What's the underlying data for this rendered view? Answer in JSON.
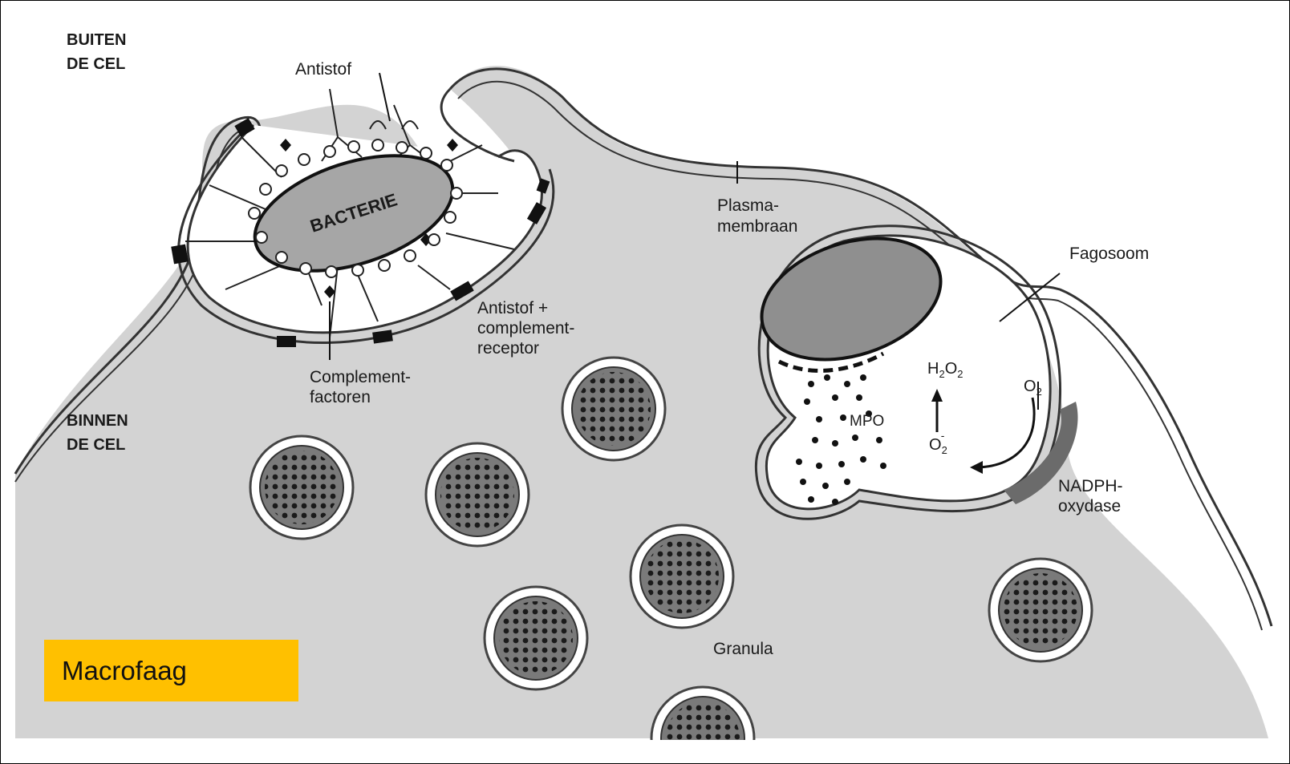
{
  "regions": {
    "outside_cell": "BUITEN\nDE CEL",
    "inside_cell": "BINNEN\nDE CEL"
  },
  "labels": {
    "antibody": "Antistof",
    "bacterium": "BACTERIE",
    "plasma_membrane": "Plasma-\nmembraan",
    "phagosome": "Fagosoom",
    "antibody_complement_receptor": "Antistof +\ncomplement-\nreceptor",
    "complement_factors": "Complement-\nfactoren",
    "mpo": "MPO",
    "nadph_oxidase": "NADPH-\noxydase",
    "granules": "Granula"
  },
  "chemistry": {
    "hydrogen_peroxide": "H2O2",
    "oxygen": "O2",
    "superoxide": "O2-"
  },
  "badge": {
    "cell_type": "Macrofaag",
    "color": "#ffc000"
  },
  "colors": {
    "cytoplasm": "#d3d3d3",
    "membrane_line": "#333333",
    "bacterium_fill": "#8f8f8f",
    "granule_core": "#7a7a7a"
  }
}
